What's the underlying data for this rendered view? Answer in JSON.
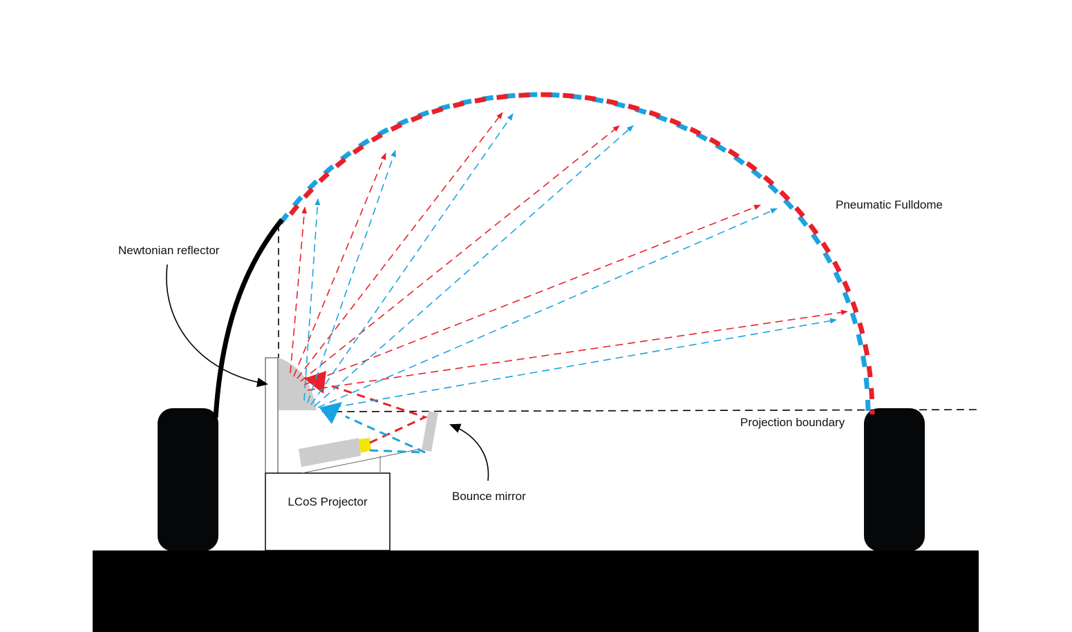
{
  "labels": {
    "newtonian_reflector": "Newtonian reflector",
    "pneumatic_fulldome": "Pneumatic Fulldome",
    "projection_boundary": "Projection boundary",
    "bounce_mirror": "Bounce mirror",
    "lcos_projector": "LCoS Projector"
  },
  "colors": {
    "red_beam": "#e8202a",
    "blue_beam": "#1aa3e0",
    "mirror_gray": "#cccccc",
    "lens_yellow": "#f3e600",
    "base_black": "#000000",
    "support_black": "#050708"
  }
}
